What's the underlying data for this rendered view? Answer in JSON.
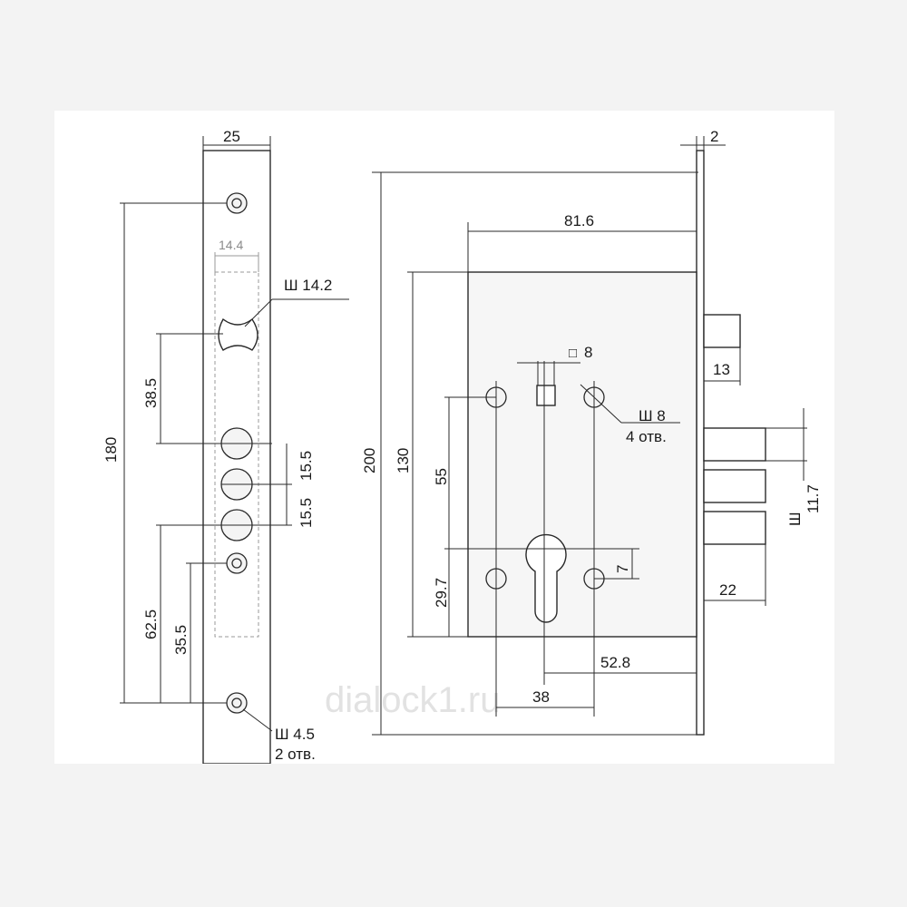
{
  "watermark": "dialock1.ru",
  "faceplate": {
    "width": "25",
    "inner_width": "14.4",
    "cam_diameter": "Ш 14.2",
    "height_total": "180",
    "dist_cam": "38.5",
    "bolt_pitch_1": "15.5",
    "bolt_pitch_2": "15.5",
    "dist_62": "62.5",
    "dist_35": "35.5",
    "screw_holes_d": "Ш 4.5",
    "screw_holes_n": "2 отв."
  },
  "case": {
    "plate_thickness": "2",
    "body_width": "81.6",
    "height_total": "200",
    "body_height": "130",
    "spindle_square": "8",
    "spindle_symbol": "□",
    "mount_holes_d": "Ш 8",
    "mount_holes_n": "4 отв.",
    "latch_projection": "13",
    "dist_55": "55",
    "dist_29_7": "29.7",
    "cyl_offset": "7",
    "backset": "52.8",
    "hole_spacing": "38",
    "bolt_projection": "22",
    "bolt_width": "11.7",
    "bolt_width_symbol": "Ш"
  }
}
